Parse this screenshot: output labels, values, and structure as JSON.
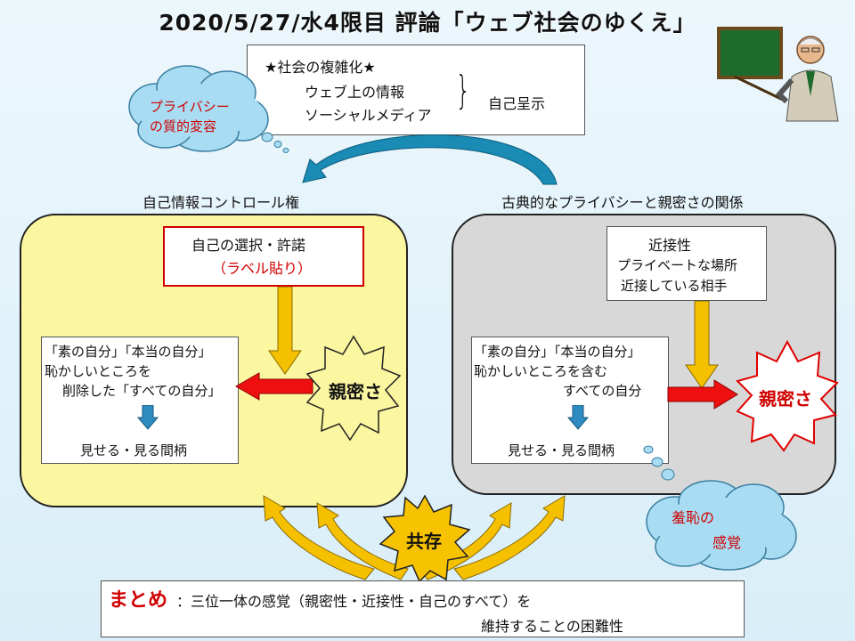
{
  "title": "2020/5/27/水4限目 評論「ウェブ社会のゆくえ」",
  "top_box": {
    "heading": "★社会の複雑化★",
    "line1": "ウェブ上の情報",
    "line2": "ソーシャルメディア",
    "bracket": "}",
    "right": "自己呈示"
  },
  "cloud_privacy": {
    "line1": "プライバシー",
    "line2": "の質的変容"
  },
  "left_heading": "自己情報コントロール権",
  "right_heading": "古典的なプライバシーと親密さの関係",
  "left_panel": {
    "select_line1": "自己の選択・許諾",
    "select_line2": "（ラベル貼り）",
    "self_line1": "「素の自分」「本当の自分」",
    "self_line2": "恥かしいところを",
    "self_line3": "削除した「すべての自分」",
    "show": "見せる・見る間柄",
    "intimacy": "親密さ"
  },
  "right_panel": {
    "prox_title": "近接性",
    "prox_line1": "プライベートな場所",
    "prox_line2": "近接している相手",
    "self_line1": "「素の自分」「本当の自分」",
    "self_line2": "恥かしいところを含む",
    "self_line3": "すべての自分",
    "show": "見せる・見る間柄",
    "intimacy": "親密さ"
  },
  "cloud_shame": {
    "line1": "羞恥の",
    "line2": "感覚"
  },
  "coexist": "共存",
  "summary": {
    "label": "まとめ",
    "line1": "：三位一体の感覚（親密性・近接性・自己のすべて）を",
    "line2": "維持することの困難性"
  },
  "colors": {
    "left_panel": "#fbf6a0",
    "right_panel": "#d8d8d8",
    "red": "#d00000",
    "yellow_arrow": "#f5c000",
    "cloud": "#a8dcf2",
    "blue_arc": "#1a8bb5"
  },
  "icons": [
    "teacher-illustration",
    "star-burst",
    "down-arrow"
  ]
}
